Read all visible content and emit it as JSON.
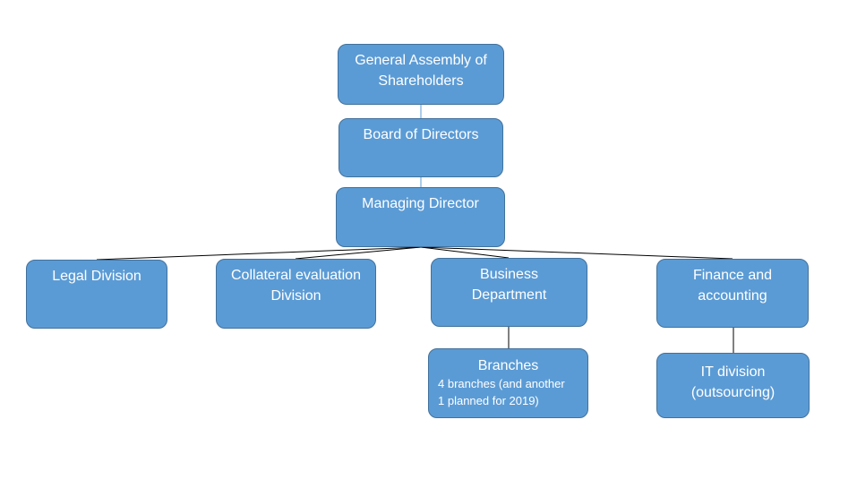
{
  "diagram": {
    "type": "org-chart",
    "nodes": {
      "general_assembly": {
        "label": "General Assembly of Shareholders"
      },
      "board": {
        "label": "Board of Directors"
      },
      "managing_director": {
        "label": "Managing Director"
      },
      "legal": {
        "label": "Legal Division"
      },
      "collateral": {
        "label": "Collateral evaluation Division"
      },
      "business": {
        "label": "Business Department"
      },
      "finance": {
        "label": "Finance and accounting"
      },
      "branches": {
        "label": "Branches",
        "sublabel_line1": "4 branches (and another",
        "sublabel_line2": "1 planned for 2019)"
      },
      "it": {
        "label": "IT division (outsourcing)"
      }
    },
    "edges": [
      [
        "general_assembly",
        "board"
      ],
      [
        "board",
        "managing_director"
      ],
      [
        "managing_director",
        "legal"
      ],
      [
        "managing_director",
        "collateral"
      ],
      [
        "managing_director",
        "business"
      ],
      [
        "managing_director",
        "finance"
      ],
      [
        "business",
        "branches"
      ],
      [
        "finance",
        "it"
      ]
    ],
    "colors": {
      "node_fill": "#5b9bd5",
      "node_border": "#41719c",
      "line_upper": "#5b9bd5",
      "line_lower": "#000000"
    }
  }
}
